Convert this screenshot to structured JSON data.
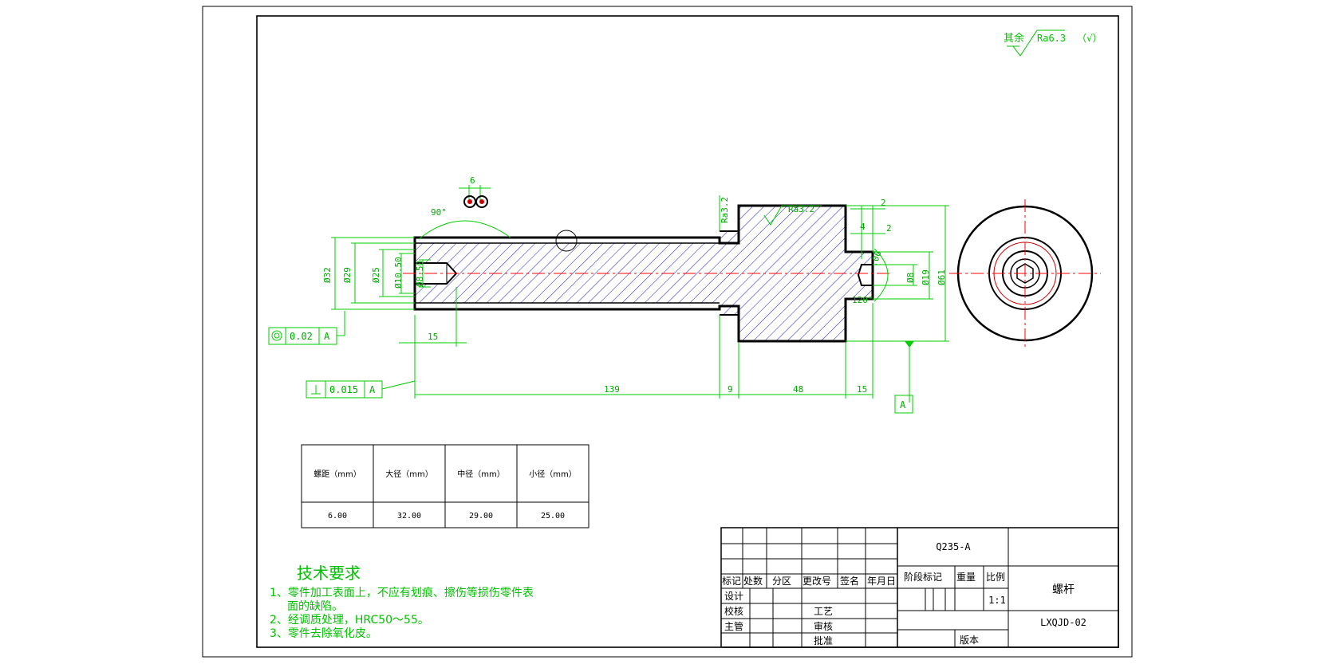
{
  "surface_finish": {
    "label": "其余",
    "symbol": "Ra6.3",
    "check": "（√）"
  },
  "dimensions": {
    "d6": "6",
    "d90deg": "90°",
    "ra32_left": "Ra3.2",
    "ra32_top": "Ra3.2",
    "d2_a": "2",
    "d4": "4",
    "d2_b": "2",
    "d32": "Ø32",
    "d29": "Ø29",
    "d25": "Ø25",
    "d1050": "Ø10.50",
    "d850": "Ø8.50",
    "d06": ".06",
    "d8": "Ø8",
    "d19": "Ø19",
    "d61": "Ø61",
    "d120deg": "120°",
    "l15a": "15",
    "l139": "139",
    "l9": "9",
    "l48": "48",
    "l15b": "15"
  },
  "tolerances": {
    "concentricity": {
      "value": "0.02",
      "datum": "A"
    },
    "perpendicularity": {
      "value": "0.015",
      "datum": "A"
    },
    "datum_box": "A"
  },
  "thread_table": {
    "headers": [
      "螺距（mm）",
      "大径（mm）",
      "中径（mm）",
      "小径（mm）"
    ],
    "rows": [
      [
        "6.00",
        "32.00",
        "29.00",
        "25.00"
      ]
    ]
  },
  "tech_requirements": {
    "title": "技术要求",
    "items": [
      "1、零件加工表面上，不应有划痕、擦伤等损伤零件表",
      "面的缺陷。",
      "2、经调质处理，HRC50～55。",
      "3、零件去除氧化皮。"
    ]
  },
  "title_block": {
    "material": "Q235-A",
    "part_name": "螺杆",
    "drawing_no": "LXQJD-02",
    "scale": "1:1",
    "version": "版本",
    "header_cells": [
      "标记",
      "处数",
      "分区",
      "更改号",
      "签名",
      "年月日"
    ],
    "stage_mark": "阶段标记",
    "weight": "重量",
    "ratio": "比例",
    "design": "设计",
    "check": "校核",
    "supervisor": "主管",
    "process": "工艺",
    "review": "审核",
    "approve": "批准"
  },
  "colors": {
    "outline": "#000000",
    "dimension": "#00cc00",
    "centerline": "#ff0000",
    "hatch": "#1f1fcc",
    "text_green": "#00c000"
  }
}
